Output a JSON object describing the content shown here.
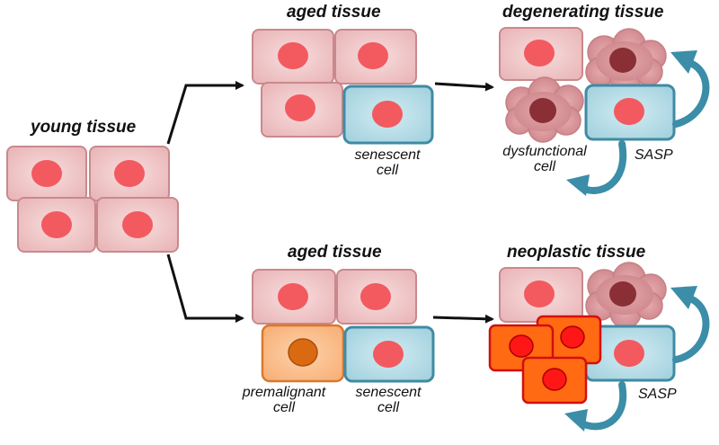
{
  "titles": {
    "young": "young tissue",
    "aged_top": "aged tissue",
    "degenerating": "degenerating tissue",
    "aged_bottom": "aged tissue",
    "neoplastic": "neoplastic tissue"
  },
  "labels": {
    "senescent_cell_1": "senescent",
    "senescent_cell_2": "cell",
    "dysfunctional_1": "dysfunctional",
    "dysfunctional_2": "cell",
    "sasp_top": "SASP",
    "premalignant_1": "premalignant",
    "premalignant_2": "cell",
    "senescent_b_1": "senescent",
    "senescent_b_2": "cell",
    "sasp_bottom": "SASP"
  },
  "colors": {
    "normal_fill": "#f2c9c9",
    "normal_border": "#c9898c",
    "nucleus": "#f25a60",
    "senescent_fill": "#b4dbe6",
    "senescent_border": "#3f8ba3",
    "premalignant_fill": "#fbbf8d",
    "premalignant_border": "#d9782e",
    "premalignant_nucleus": "#d96a12",
    "neoplastic_fill": "#ff6a12",
    "neoplastic_border": "#d11010",
    "neoplastic_nucleus": "#ff1616",
    "dysfunctional_fill": "#d48d92",
    "dysfunctional_nucleus": "#8a2f35",
    "sasp_arrow": "#3b8da8"
  }
}
